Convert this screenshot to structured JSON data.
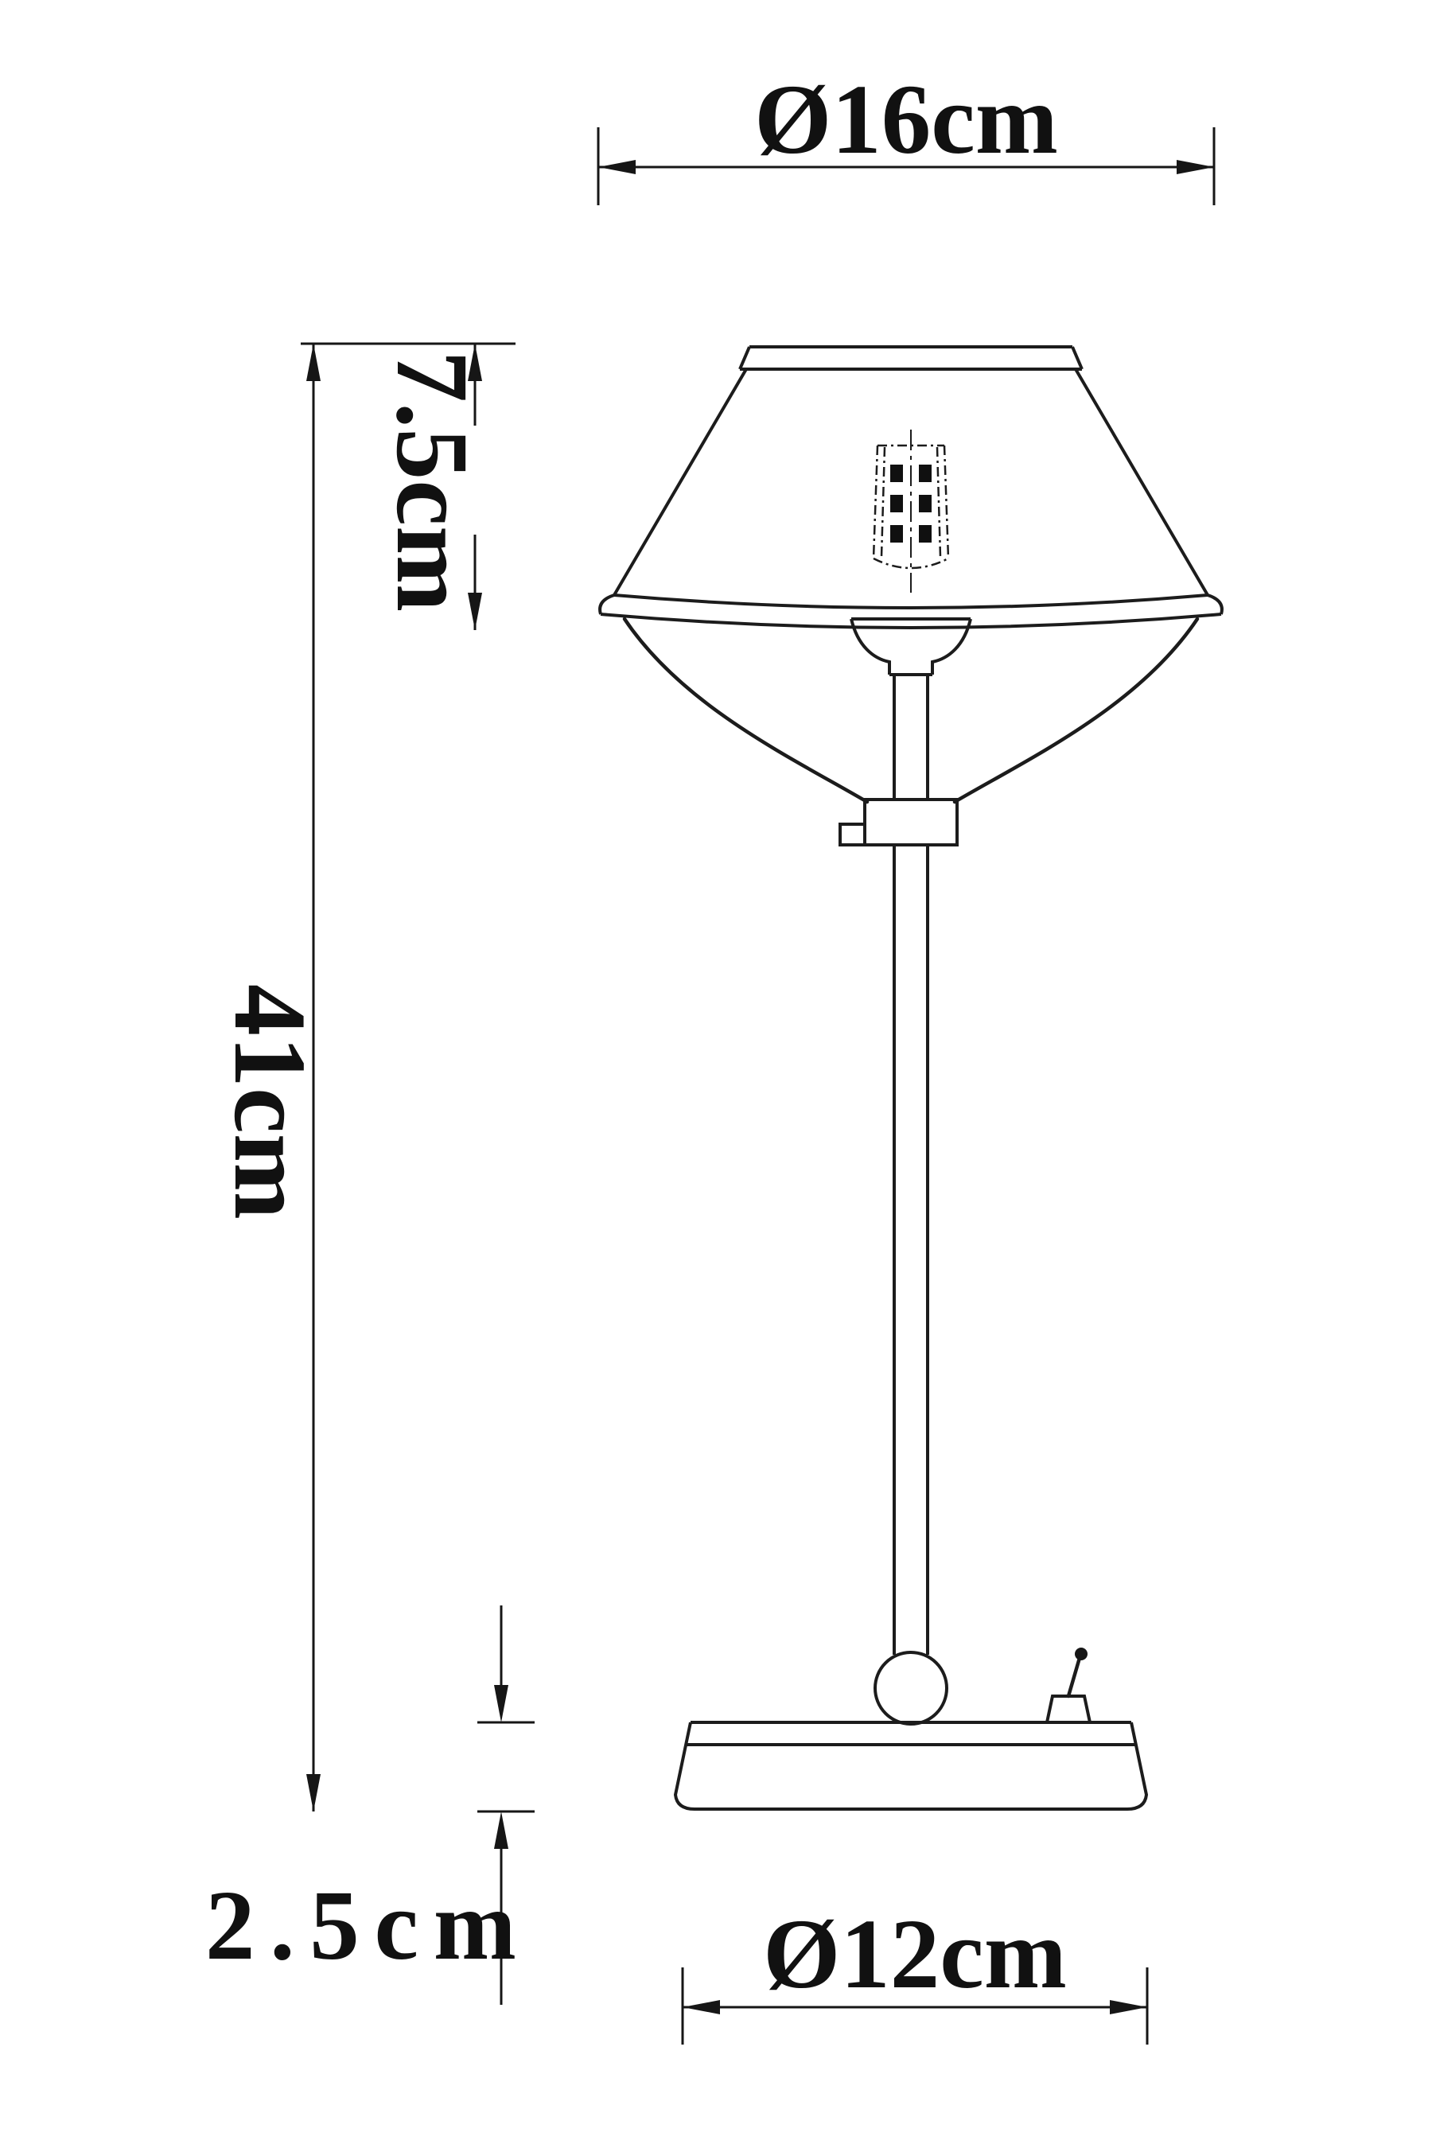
{
  "diagram": {
    "background": "#ffffff",
    "line_color": "#1c1c1c",
    "dimensions": {
      "shade_diameter": {
        "label": "Ø16cm"
      },
      "shade_height": {
        "label": "7.5cm"
      },
      "total_height": {
        "label": "41cm"
      },
      "base_height": {
        "label": "2.5cm"
      },
      "base_diameter": {
        "label": "Ø12cm"
      }
    }
  }
}
